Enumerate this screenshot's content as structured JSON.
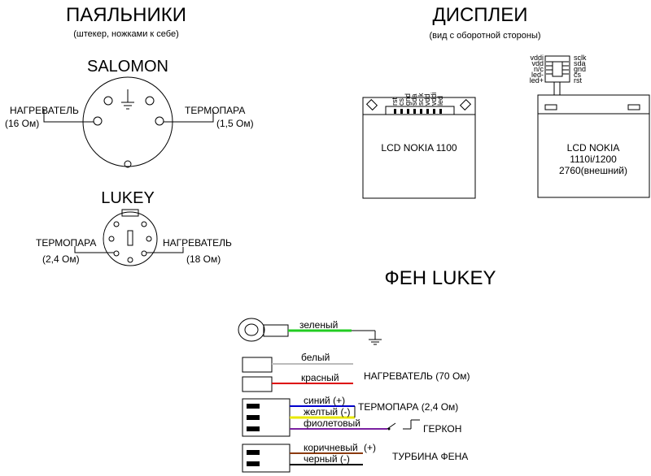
{
  "left": {
    "title": "ПАЯЛЬНИКИ",
    "subtitle": "(штекер, ножками к себе)",
    "salomon": {
      "name": "SALOMON",
      "heater_label": "НАГРЕВАТЕЛЬ",
      "heater_ohm": "(16 Ом)",
      "thermo_label": "ТЕРМОПАРА",
      "thermo_ohm": "(1,5 Ом)"
    },
    "lukey": {
      "name": "LUKEY",
      "thermo_label": "ТЕРМОПАРА",
      "thermo_ohm": "(2,4 Ом)",
      "heater_label": "НАГРЕВАТЕЛЬ",
      "heater_ohm": "(18 Ом)"
    }
  },
  "right": {
    "title": "ДИСПЛЕИ",
    "subtitle": "(вид с оборотной стороны)",
    "nokia1100": {
      "name": "LCD NOKIA 1100",
      "pins": [
        "rst",
        "cs",
        "gnd",
        "sda",
        "sclk",
        "vdd",
        "vddi",
        "led"
      ]
    },
    "nokia1110": {
      "name_line1": "LCD NOKIA",
      "name_line2": "1110i/1200",
      "name_line3": "2760(внешний)",
      "pins_left": [
        "vddi",
        "vdd",
        "n/c",
        "led-",
        "led+"
      ],
      "pins_right": [
        "sclk",
        "sda",
        "gnd",
        "cs",
        "rst"
      ]
    }
  },
  "fan": {
    "title": "ФЕН LUKEY",
    "green": "зеленый",
    "white": "белый",
    "red": "красный",
    "heater": "НАГРЕВАТЕЛЬ (70 Ом)",
    "blue": "синий (+)",
    "thermo": "ТЕРМОПАРА (2,4 Ом)",
    "yellow": "желтый (-)",
    "violet": "фиолетовый",
    "reed": "ГЕРКОН",
    "brown": "коричневый",
    "brown_sign": "(+)",
    "black": "черный (-)",
    "turbine": "ТУРБИНА ФЕНА"
  },
  "colors": {
    "green": "#22cc22",
    "red": "#dd0000",
    "blue": "#0000cc",
    "yellow": "#e8e800",
    "violet": "#7a1fa0",
    "brown": "#8b3a0f",
    "black": "#000000",
    "white_wire": "#bbbbbb"
  }
}
